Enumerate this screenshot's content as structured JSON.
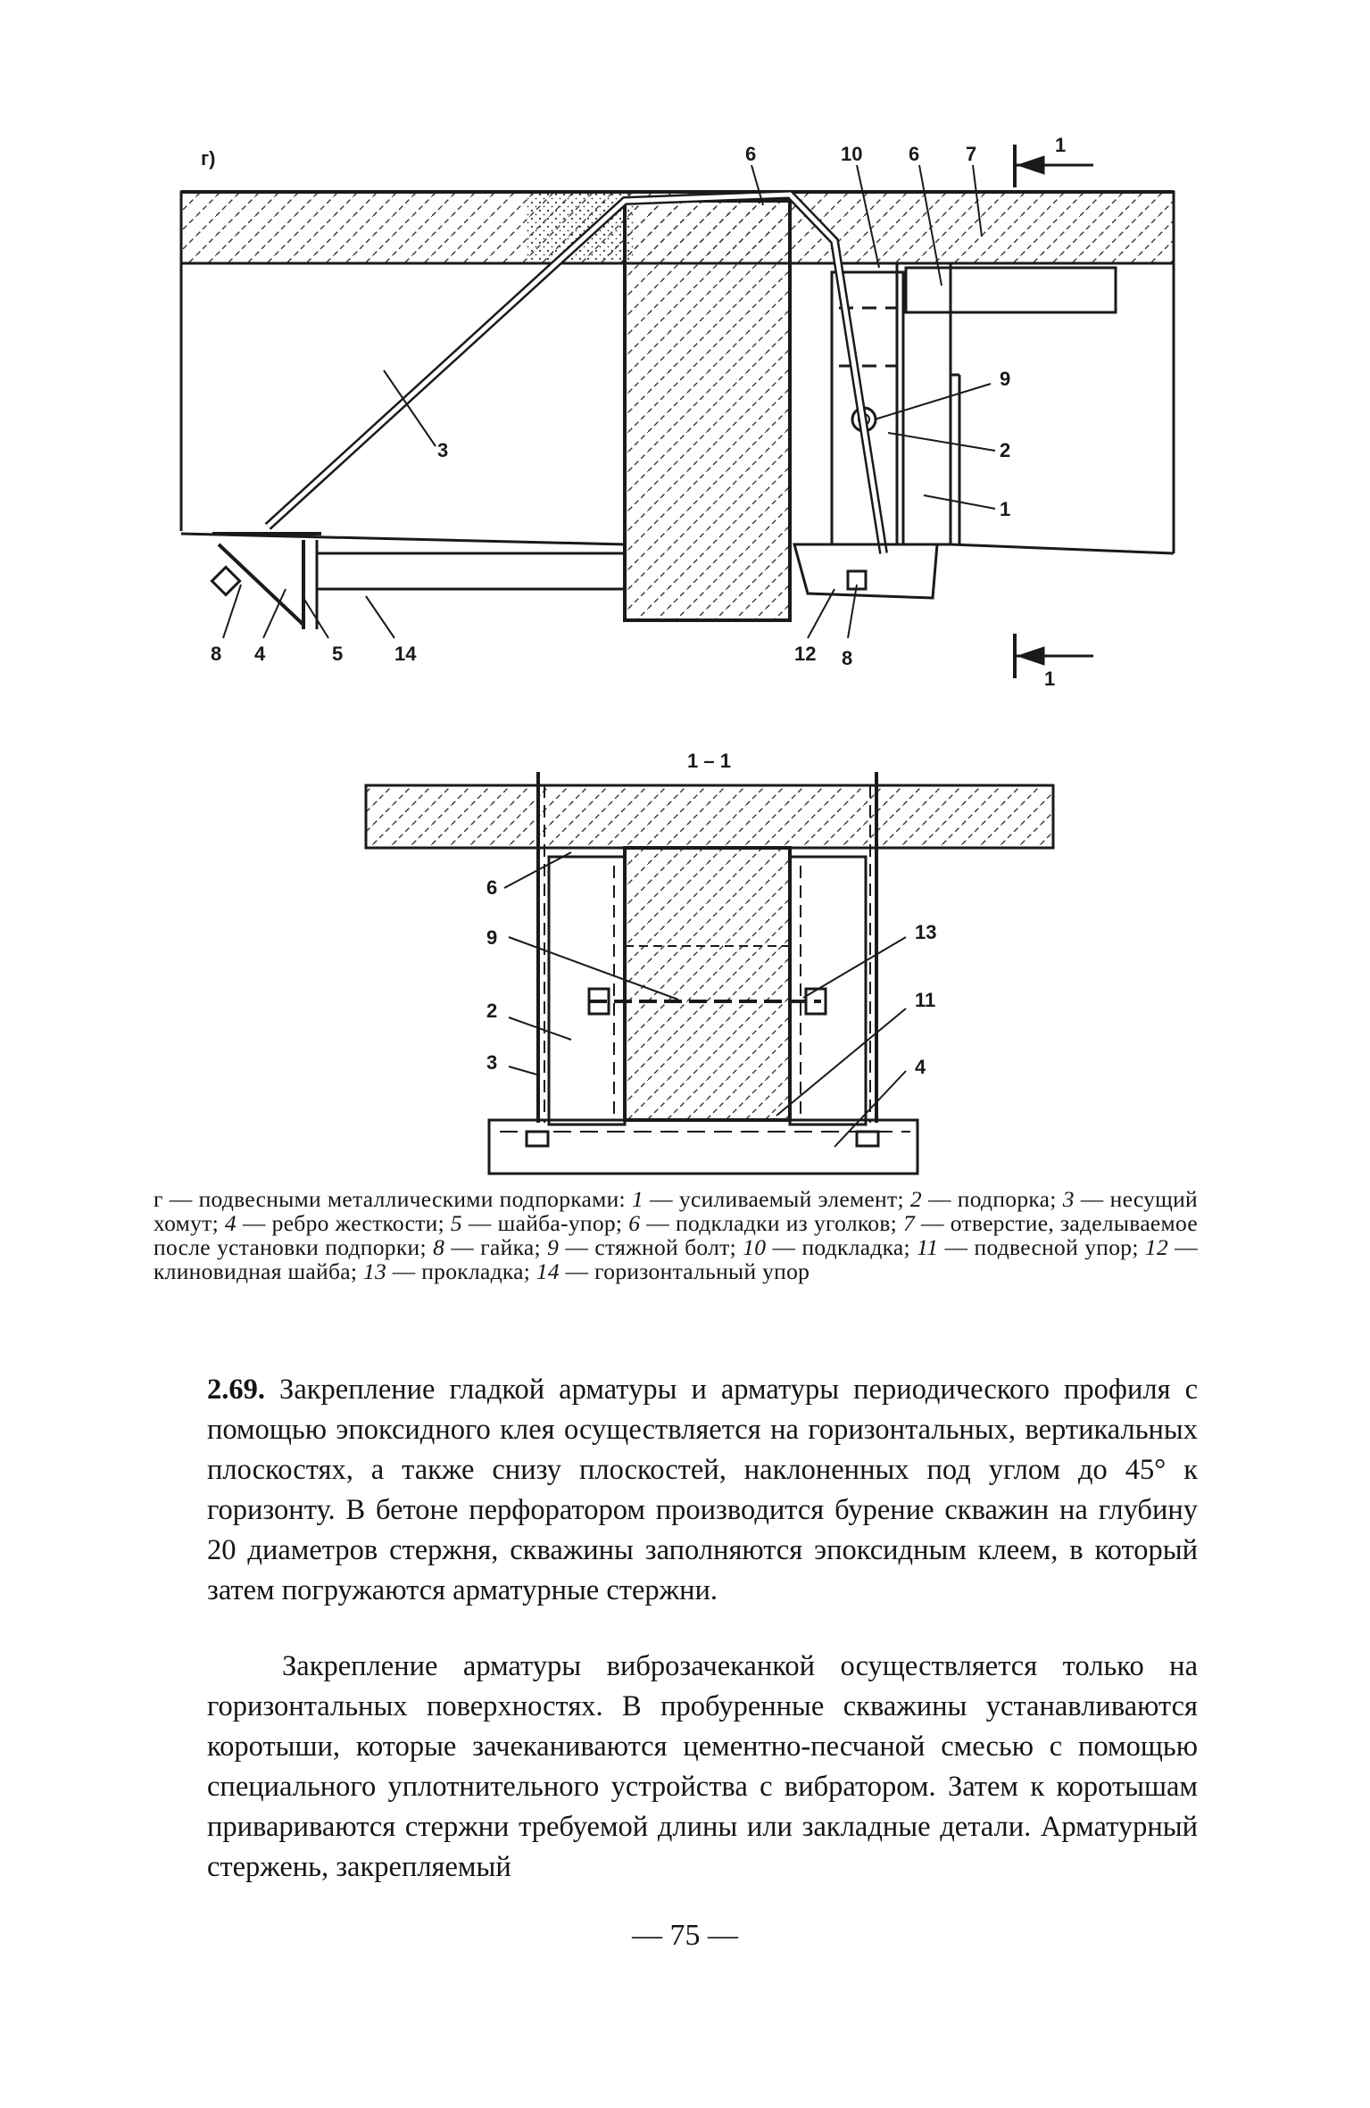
{
  "figure": {
    "panel_letter": "г)",
    "section_title": "1 – 1",
    "section_marker": "1",
    "top_labels": [
      "6",
      "10",
      "6",
      "7"
    ],
    "side_labels": [
      "9",
      "2",
      "1"
    ],
    "left_labels": [
      "3"
    ],
    "bottom_labels": [
      "8",
      "4",
      "5",
      "14",
      "12",
      "8"
    ],
    "section_left_labels": [
      "6",
      "9",
      "2",
      "3"
    ],
    "section_right_labels": [
      "13",
      "11",
      "4"
    ]
  },
  "caption": {
    "lead": "г — подвесными металлическими подпорками:",
    "items": [
      {
        "n": "1",
        "t": "усиливаемый элемент;"
      },
      {
        "n": "2",
        "t": "подпорка;"
      },
      {
        "n": "3",
        "t": "несущий хомут;"
      },
      {
        "n": "4",
        "t": "ребро жесткости;"
      },
      {
        "n": "5",
        "t": "шайба-упор;"
      },
      {
        "n": "6",
        "t": "подкладки из уголков;"
      },
      {
        "n": "7",
        "t": "отверстие, заделываемое после установки подпорки;"
      },
      {
        "n": "8",
        "t": "гайка;"
      },
      {
        "n": "9",
        "t": "стяжной болт;"
      },
      {
        "n": "10",
        "t": "подкладка;"
      },
      {
        "n": "11",
        "t": "подвесной упор;"
      },
      {
        "n": "12",
        "t": "клиновидная шайба;"
      },
      {
        "n": "13",
        "t": "прокладка;"
      },
      {
        "n": "14",
        "t": "горизонтальный упор"
      }
    ]
  },
  "body": {
    "p1_num": "2.69.",
    "p1_text": "Закрепление гладкой арматуры и арматуры периодического профиля с помощью эпоксидного клея осуществляется на горизонтальных, вертикальных плоскостях, а также снизу плоскостей, наклоненных под углом до 45° к горизонту. В бетоне перфоратором производится бурение скважин на глубину 20 диаметров стержня, скважины заполняются эпоксидным клеем, в который затем погружаются арматурные стержни.",
    "p2_text": "Закрепление арматуры виброзачеканкой осуществляется только на горизонтальных поверхностях. В пробуренные скважины устанавливаются коротыши, которые зачеканиваются цементно-песчаной смесью с помощью специального уплотнительного устройства с вибратором. Затем к коротышам привариваются стержни требуемой длины или закладные детали. Арматурный стержень, закрепляемый"
  },
  "page_number": "— 75 —"
}
